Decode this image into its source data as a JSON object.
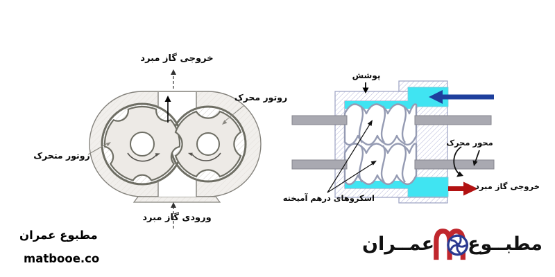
{
  "page": {
    "background": "#ffffff"
  },
  "left_diagram": {
    "name": "rotary-lobe-compressor-cross-section",
    "labels": {
      "outlet": "خروجی گاز مبرد",
      "drive_rotor": "روتور محرک",
      "driven_rotor": "روتور متحرک",
      "inlet": "ورودی گاز مبرد"
    },
    "colors": {
      "line": "#6e6e64",
      "body_fill": "#f1efec"
    }
  },
  "right_diagram": {
    "name": "screw-compressor-cross-section",
    "labels": {
      "cover": "پوشش",
      "drive_shaft": "محور محرک",
      "outlet": "خروجی گاز مبرد",
      "screws": "اسکروهای درهم آمیخته"
    },
    "colors": {
      "gas_passage": "#40e4f2",
      "inlet_arrow": "#1e3f9d",
      "outlet_arrow": "#b21212",
      "shaft_gray": "#a9a9b1",
      "hatch_line": "#b4b6da",
      "screw_outline": "#959bb3"
    }
  },
  "branding": {
    "site_name": "مطبوع عمران",
    "site_url": "matbooe.co",
    "logo": {
      "text_right": "مطبــوع",
      "text_left": "عمــران",
      "m_color": "#c0272d",
      "fan_color": "#2b3990"
    }
  }
}
